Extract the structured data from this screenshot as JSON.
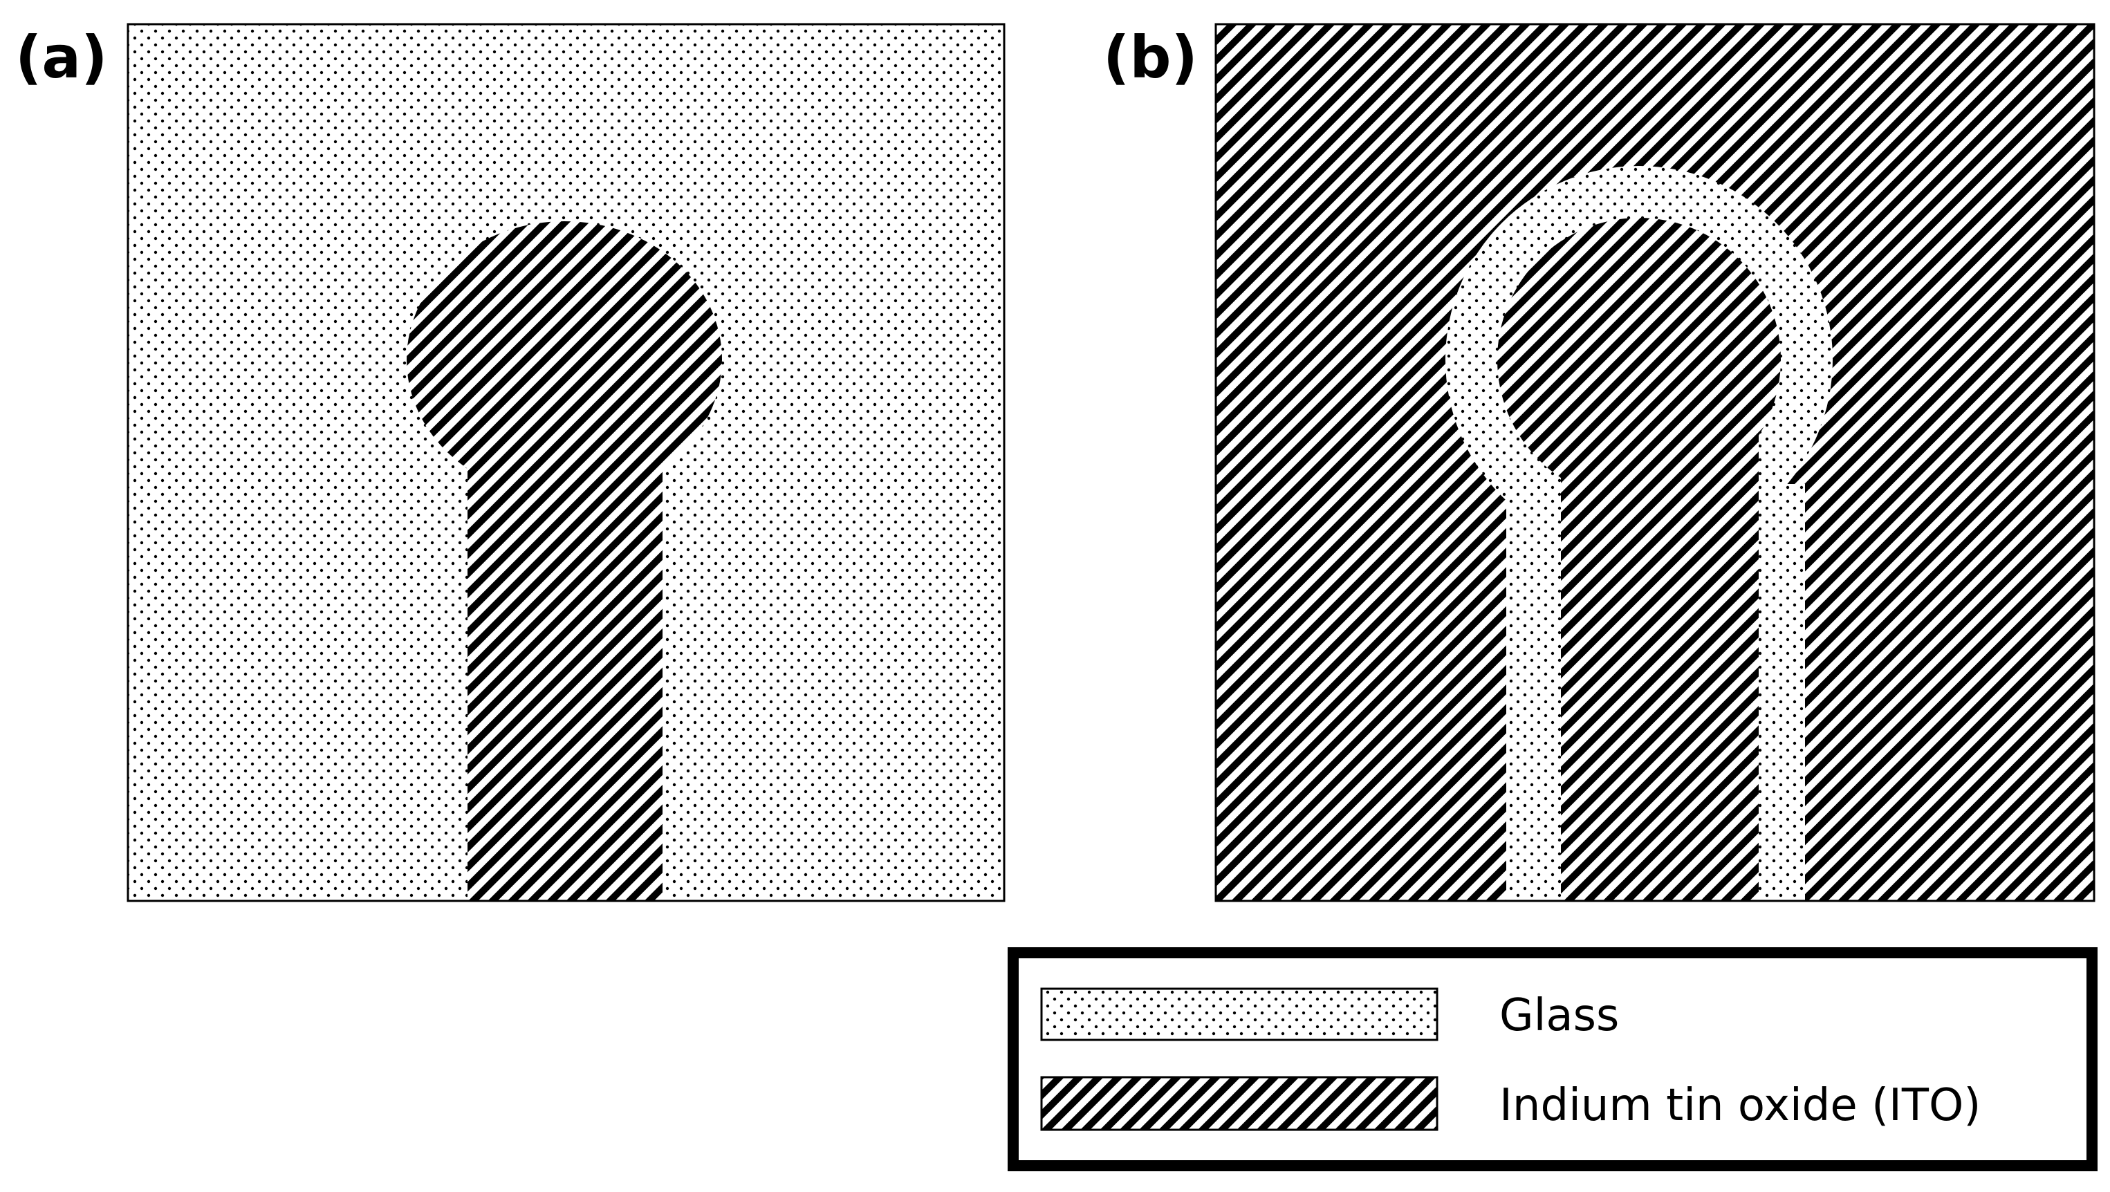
{
  "panels": [
    {
      "label": "(a)"
    },
    {
      "label": "(b)"
    }
  ],
  "legend": {
    "items": [
      {
        "label": "Glass",
        "pattern": "dots"
      },
      {
        "label": "Indium tin oxide (ITO)",
        "pattern": "diagonal-hatch"
      }
    ]
  },
  "colors": {
    "ink": "#000000",
    "background": "#ffffff"
  }
}
